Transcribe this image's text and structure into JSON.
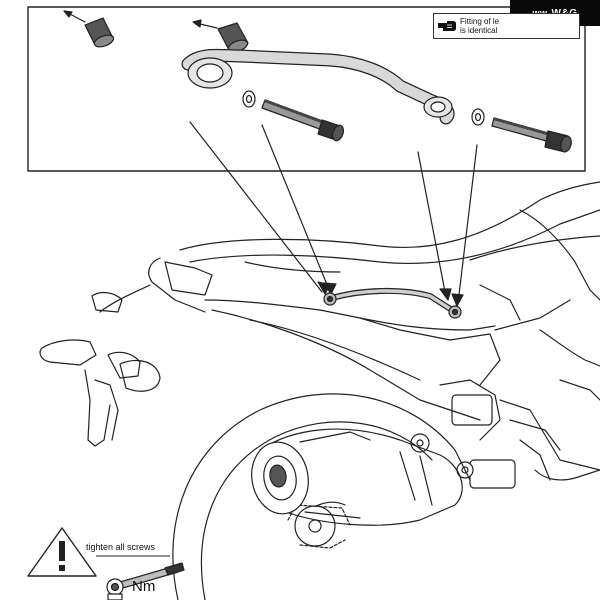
{
  "brand": {
    "name": "W&G",
    "mark": "ᴡᴡ"
  },
  "inset_note": {
    "text": "Fitting of le\nis identical",
    "icon": "pointing-hand-icon"
  },
  "warning": {
    "text": "tighten all screws",
    "icon": "warning-triangle-icon"
  },
  "torque": {
    "unit": "Nm",
    "icon": "torque-wrench-icon"
  }
}
